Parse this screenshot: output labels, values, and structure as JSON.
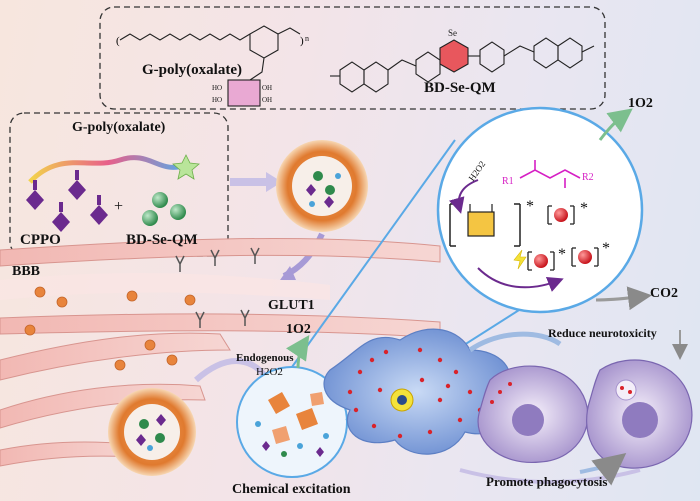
{
  "top_panel": {
    "polymer_name": "G-poly(oxalate)",
    "dye_name": "BD-Se-QM",
    "subscript_n": "n",
    "se_label": "Se",
    "oh_labels": [
      "HO",
      "HO",
      "OH",
      "OH"
    ]
  },
  "left_panel": {
    "polymer_label": "G-poly(oxalate)",
    "plus": "+",
    "cppo_label": "CPPO",
    "dye_label": "BD-Se-QM"
  },
  "mechanism": {
    "h2o2": "H2O2",
    "star": "*",
    "r1": "R1",
    "r2": "R2"
  },
  "labels": {
    "singlet_oxygen_top": "1O2",
    "singlet_oxygen_mid": "1O2",
    "bbb": "BBB",
    "glut1": "GLUT1",
    "co2": "CO2",
    "reduce": "Reduce neurotoxicity",
    "endogenous": "Endogenous",
    "h2o2_env": "H2O2",
    "chemical_excitation": "Chemical excitation",
    "promote": "Promote phagocytosis"
  },
  "colors": {
    "orange": "#e8843c",
    "blue_arrow": "#7fb3e8",
    "purple": "#6b2a8e",
    "green": "#3a9a5a",
    "red": "#d9232b",
    "pink": "#d957b8",
    "magenta": "#d61fc4",
    "yellow": "#f4e23a"
  }
}
